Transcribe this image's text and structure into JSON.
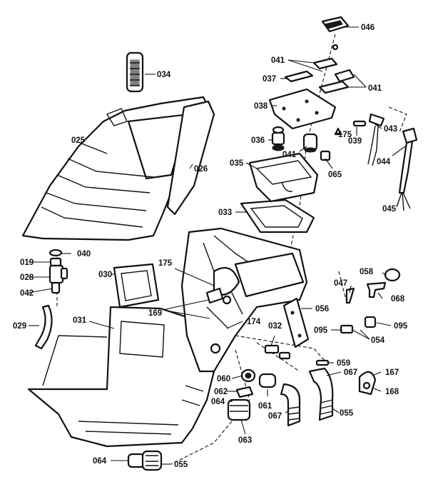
{
  "callouts": {
    "p046": "046",
    "p041a": "041",
    "p034": "034",
    "p037": "037",
    "p041b": "041",
    "p038": "038",
    "p043": "043",
    "p025": "025",
    "p036": "036",
    "p175a": "175",
    "p039": "039",
    "p041c": "041",
    "p026": "026",
    "p035": "035",
    "p065": "065",
    "p044": "044",
    "p045": "045",
    "p033": "033",
    "p019": "019",
    "p040": "040",
    "p028": "028",
    "p175b": "175",
    "p030": "030",
    "p058": "058",
    "p042": "042",
    "p047": "047",
    "p068": "068",
    "p056": "056",
    "p169": "169",
    "p029": "029",
    "p031": "031",
    "p174": "174",
    "p032": "032",
    "p095a": "095",
    "p095b": "095",
    "p054": "054",
    "p059": "059",
    "p167": "167",
    "p067a": "067",
    "p060": "060",
    "p168": "168",
    "p062": "062",
    "p064a": "064",
    "p061": "061",
    "p067b": "067",
    "p055a": "055",
    "p063": "063",
    "p064b": "064",
    "p055b": "055"
  }
}
